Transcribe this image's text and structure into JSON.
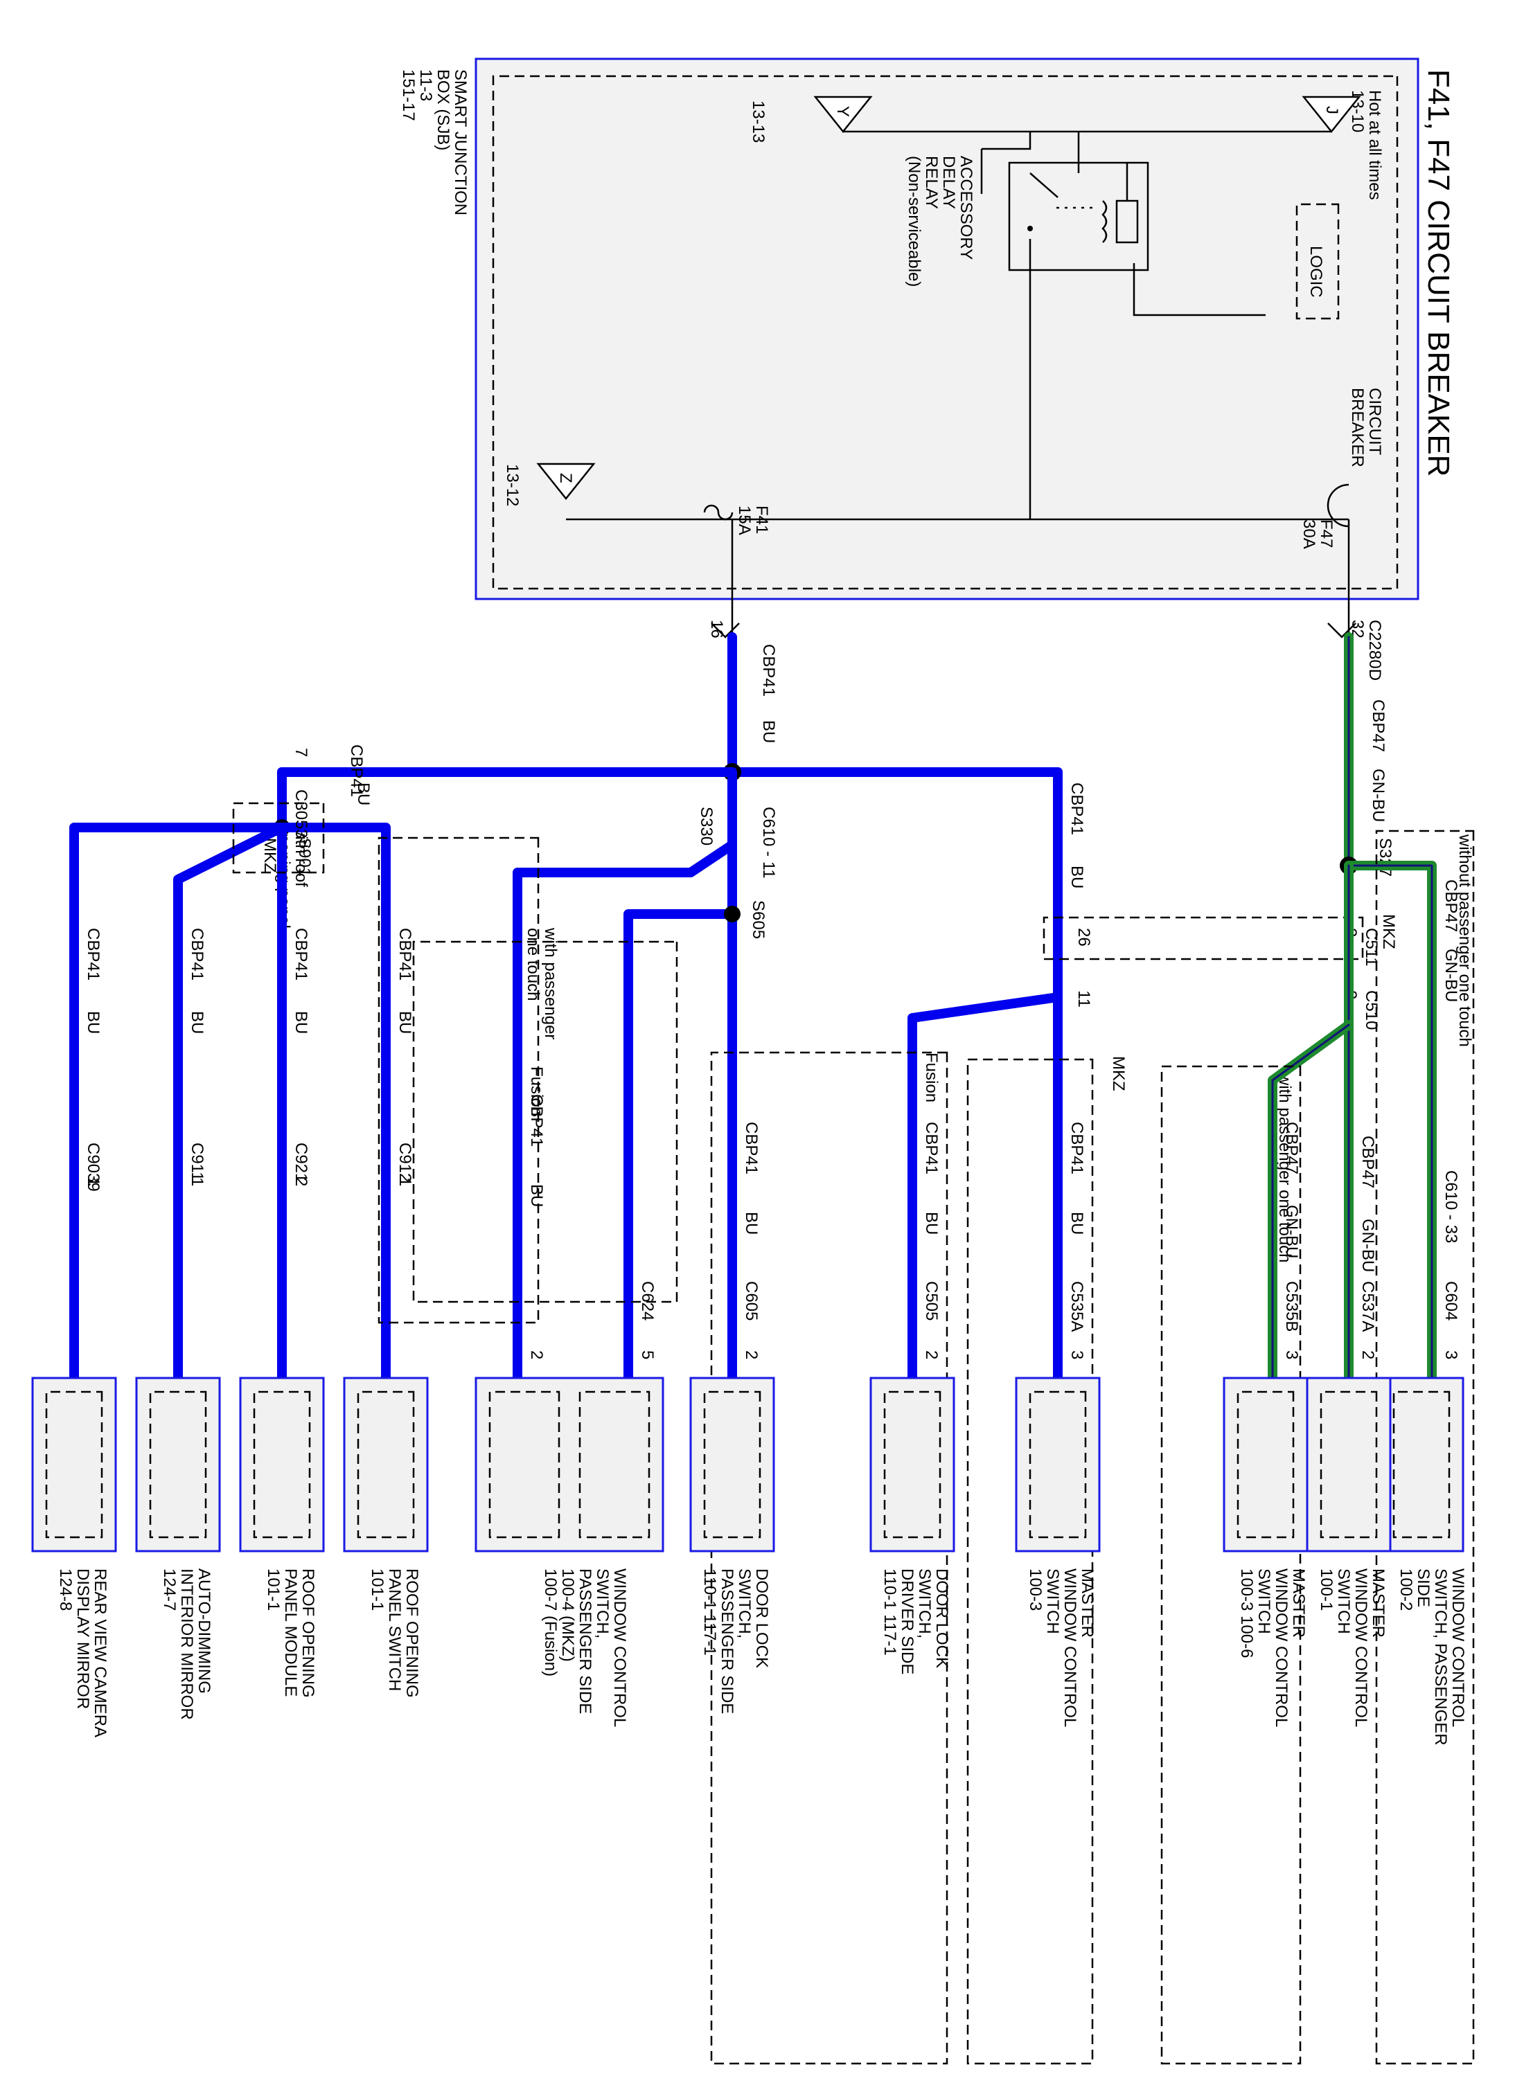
{
  "title": "F41, F47 CIRCUIT BREAKER",
  "sjb": {
    "line1": "SMART JUNCTION",
    "line2": "BOX (SJB)",
    "line3": "11-3",
    "line4": "151-17"
  },
  "hot": {
    "line1": "Hot at all times",
    "line2": "13-10",
    "pin": "J"
  },
  "y_terminal": {
    "label": "13-13",
    "pin": "Y"
  },
  "z_terminal": {
    "label": "13-12",
    "pin": "Z"
  },
  "relay": {
    "line1": "ACCESSORY",
    "line2": "DELAY",
    "line3": "RELAY",
    "line4": "(Non-serviceable)"
  },
  "logic": "LOGIC",
  "breaker": {
    "line1": "CIRCUIT",
    "line2": "BREAKER"
  },
  "f47": {
    "name": "F47",
    "rating": "30A"
  },
  "f41": {
    "name": "F41",
    "rating": "15A"
  },
  "c2280d": {
    "name": "C2280D",
    "pin": "32"
  },
  "pin16": "16",
  "cbp41": "CBP41",
  "cbp47": "CBP47",
  "bu": "BU",
  "gnbu": "GN-BU",
  "c3053": {
    "name": "C3053",
    "pin": "7"
  },
  "c610_11": "C610 - 11",
  "c610_33": "C610 - 33",
  "s330": "S330",
  "s327": "S327",
  "s605": "S605",
  "s901": "S901",
  "c511": {
    "name": "C511",
    "pin_a": "2",
    "pin_b": "26"
  },
  "c510": {
    "name": "C510",
    "pin_a": "2",
    "pin_b": "11"
  },
  "mkz": "MKZ",
  "fusion": "Fusion",
  "without_one_touch": "without passenger one touch",
  "with_one_touch": "with passenger one touch",
  "with_one_touch_a": "with passenger",
  "with_one_touch_b": "one touch",
  "roof_note_a": "with roof",
  "roof_note_b": "opening panel",
  "connectors": {
    "c604": {
      "name": "C604",
      "pin": "3"
    },
    "c537a": {
      "name": "C537A",
      "pin": "2"
    },
    "c535b": {
      "name": "C535B",
      "pin": "3"
    },
    "c535a": {
      "name": "C535A",
      "pin": "3"
    },
    "c505": {
      "name": "C505",
      "pin": "2"
    },
    "c605": {
      "name": "C605",
      "pin": "2"
    },
    "c624": {
      "name": "C624",
      "pin_a": "5",
      "pin_b": "2"
    },
    "c912": {
      "name": "C912",
      "pin": "1"
    },
    "c921": {
      "name": "C921",
      "pin": "2"
    },
    "c911": {
      "name": "C911",
      "pin": "1"
    },
    "c9039": {
      "name": "C9039",
      "pin": "1"
    }
  },
  "components": {
    "wcs_passenger": [
      "WINDOW CONTROL",
      "SWITCH, PASSENGER",
      "SIDE",
      "100-2"
    ],
    "mwcs_1": [
      "MASTER",
      "WINDOW CONTROL",
      "SWITCH",
      "100-1"
    ],
    "mwcs_36": [
      "MASTER",
      "WINDOW CONTROL",
      "SWITCH",
      "100-3   100-6"
    ],
    "mwcs_3": [
      "MASTER",
      "WINDOW CONTROL",
      "SWITCH",
      "100-3"
    ],
    "dls_driver": [
      "DOOR LOCK",
      "SWITCH,",
      "DRIVER SIDE",
      "110-1   117-1"
    ],
    "dls_passenger": [
      "DOOR LOCK",
      "SWITCH,",
      "PASSENGER SIDE",
      "110-1   117-1"
    ],
    "wcs_pass_fusion": [
      "WINDOW CONTROL",
      "SWITCH,",
      "PASSENGER SIDE",
      "100-4  (MKZ)",
      "100-7  (Fusion)"
    ],
    "rops": [
      "ROOF OPENING",
      "PANEL SWITCH",
      "101-1"
    ],
    "ropm": [
      "ROOF OPENING",
      "PANEL MODULE",
      "101-1"
    ],
    "adim": [
      "AUTO-DIMMING",
      "INTERIOR MIRROR",
      "124-7"
    ],
    "rvcm": [
      "REAR VIEW CAMERA",
      "DISPLAY MIRROR",
      "124-8"
    ]
  }
}
